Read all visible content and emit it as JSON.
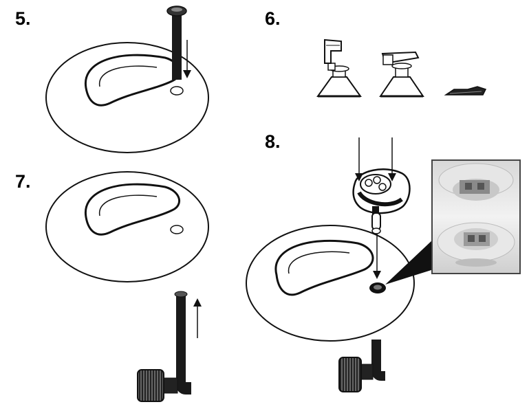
{
  "steps": {
    "step5": "5.",
    "step6": "6.",
    "step7": "7.",
    "step8": "8."
  },
  "colors": {
    "line": "#111111",
    "photo_frame": "#444444"
  }
}
